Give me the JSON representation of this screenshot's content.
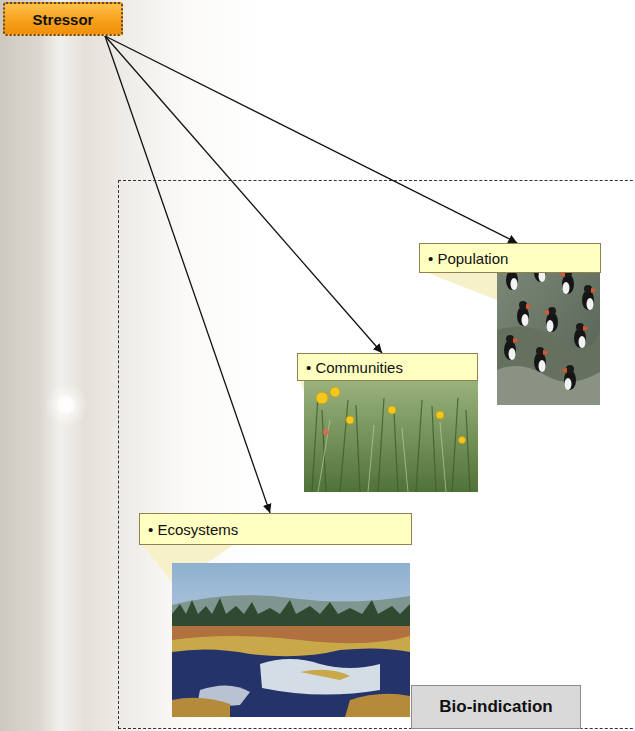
{
  "diagram": {
    "nodes": [
      {
        "text": [
          "Stressor"
        ]
      },
      {
        "text": [
          "Bio-indication"
        ]
      },
      {
        "text": [
          "• Population"
        ],
        "in": 1
      },
      {
        "text": [
          "• Communities"
        ],
        "in": 1
      },
      {
        "text": [
          "• Ecosystems"
        ],
        "in": 1
      }
    ],
    "edges": [
      {
        "from": 0,
        "to": 2,
        "arrow": "to"
      },
      {
        "from": 0,
        "to": 3,
        "arrow": "to"
      },
      {
        "from": 0,
        "to": 4,
        "arrow": "to"
      }
    ]
  }
}
